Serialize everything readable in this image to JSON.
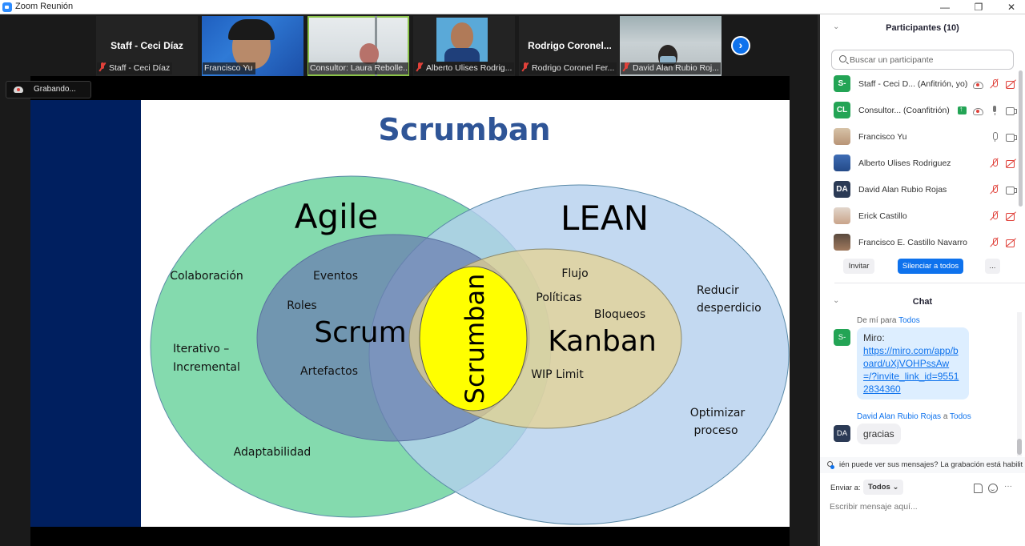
{
  "window": {
    "title": "Zoom Reunión",
    "minimize": "—",
    "restore": "❐",
    "close": "✕"
  },
  "video_strip": {
    "tiles": [
      {
        "name": "Staff - Ceci Díaz",
        "label": "Staff - Ceci Díaz",
        "muted": true,
        "video": false
      },
      {
        "name": "Francisco Yu",
        "label": "Francisco Yu",
        "muted": false,
        "video": true
      },
      {
        "name": "Consultor: Laura Rebolledo",
        "label": "Consultor: Laura Rebolle...",
        "muted": false,
        "video": true,
        "active_speaker": true
      },
      {
        "name": "Alberto Ulises Rodriguez",
        "label": "Alberto Ulises Rodrig...",
        "muted": true,
        "video": false
      },
      {
        "name": "Rodrigo Coronel...",
        "label": "Rodrigo Coronel Fer...",
        "muted": true,
        "video": false
      },
      {
        "name": "David Alan Rubio Rojas",
        "label": "David Alan Rubio Roj...",
        "muted": true,
        "video": true
      }
    ],
    "next_icon": "›"
  },
  "recording": {
    "label": "Grabando..."
  },
  "slide": {
    "title": "Scrumban",
    "circles": {
      "agile": "Agile",
      "lean": "LEAN",
      "scrum": "Scrum",
      "kanban": "Kanban",
      "scrumban": "Scrumban"
    },
    "agile_terms": [
      "Colaboración",
      "Iterativo –",
      "Incremental",
      "Adaptabilidad"
    ],
    "scrum_terms": [
      "Eventos",
      "Roles",
      "Artefactos"
    ],
    "kanban_terms": [
      "Flujo",
      "Políticas",
      "Bloqueos",
      "WIP Limit"
    ],
    "lean_terms": [
      "Reducir",
      "desperdicio",
      "Optimizar",
      "proceso"
    ],
    "colors": {
      "band": "#001f5f",
      "title": "#2f5597",
      "agile_fill": "#6fd3a0",
      "lean_fill": "#b4d0ee",
      "scrum_fill": "#6b7fb0",
      "kanban_fill": "#e8d28a",
      "scrumban_fill": "#ffff00"
    }
  },
  "participants": {
    "header": "Participantes (10)",
    "search_placeholder": "Buscar un participante",
    "list": [
      {
        "name": "Staff - Ceci D... (Anfitrión, yo)",
        "initials": "S-",
        "avatar_color": "#23a455",
        "avatar_type": "initials",
        "icons": [
          "recording-cloud",
          "mic-off",
          "cam-off"
        ]
      },
      {
        "name": "Consultor...  (Coanfitrión)",
        "initials": "CL",
        "avatar_color": "#23a455",
        "avatar_type": "initials",
        "icons": [
          "share-badge",
          "recording-cloud",
          "mic",
          "cam"
        ]
      },
      {
        "name": "Francisco Yu",
        "initials": "",
        "avatar_type": "photo",
        "icons": [
          "mic-outline",
          "cam"
        ]
      },
      {
        "name": "Alberto Ulises Rodriguez",
        "initials": "",
        "avatar_type": "photo2",
        "icons": [
          "mic-off",
          "cam-off"
        ]
      },
      {
        "name": "David Alan Rubio Rojas",
        "initials": "DA",
        "avatar_color": "#2b3a55",
        "avatar_type": "initials",
        "icons": [
          "mic-off",
          "cam"
        ]
      },
      {
        "name": "Erick Castillo",
        "initials": "",
        "avatar_type": "photo3",
        "icons": [
          "mic-off",
          "cam-off"
        ]
      },
      {
        "name": "Francisco E. Castillo Navarro",
        "initials": "",
        "avatar_type": "photo4",
        "icons": [
          "mic-off",
          "cam-off"
        ]
      }
    ],
    "invite_label": "Invitar",
    "mute_all_label": "Silenciar a todos",
    "more_label": "..."
  },
  "chat": {
    "header": "Chat",
    "messages": [
      {
        "from": "De mí para",
        "to": "Todos",
        "initials": "S-",
        "avatar_color": "#23a455",
        "text": "Miro:",
        "link": "https://miro.com/app/board/uXjVOHPssAw=/?invite_link_id=95512834360"
      },
      {
        "from": "David Alan Rubio Rojas",
        "connector": "a",
        "to": "Todos",
        "initials": "DA",
        "avatar_color": "#2b3a55",
        "text": "gracias"
      }
    ],
    "notice": "ién puede ver sus mensajes? La grabación está habilit",
    "send_to_label": "Enviar a:",
    "send_to_value": "Todos",
    "input_placeholder": "Escribir mensaje aquí..."
  }
}
